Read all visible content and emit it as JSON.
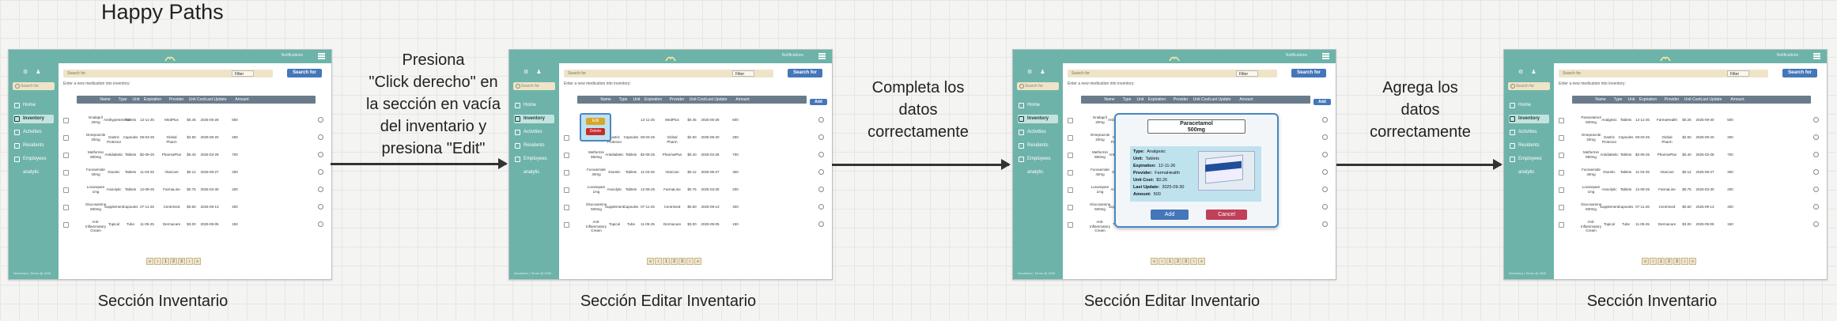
{
  "title": "Happy Paths",
  "captions": [
    "Sección Inventario",
    "Sección Editar Inventario",
    "Sección Editar Inventario",
    "Sección Inventario"
  ],
  "steps": [
    [
      "Presiona",
      "\"Click derecho\" en",
      "la sección en vacía",
      "del inventario y",
      "presiona \"Edit\""
    ],
    [
      "Completa los",
      "datos",
      "correctamente"
    ],
    [
      "Agrega los",
      "datos",
      "correctamente"
    ]
  ],
  "app": {
    "notifications": "Notifications",
    "sidebar_search": "Search for",
    "search_placeholder": "Search for",
    "filter_label": "Filter",
    "search_button": "Search for",
    "enter_text": "Enter a new medication into inventory:",
    "add_button": "Add",
    "sidebar_items": [
      "Home",
      "Inventory",
      "Activities",
      "Residents",
      "Employees",
      "analytic"
    ],
    "sidebar_footer": "NovaHarn | Terms @ 2025",
    "columns": [
      "Name",
      "Type",
      "Unit",
      "Expiration",
      "Provider",
      "Unit Cost",
      "Last Update",
      "Amount"
    ],
    "rows": [
      [
        "Enalapril 20mg",
        "Antihypertensive",
        "Tablets",
        "12-11-25",
        "MedPlus",
        "$0.45",
        "2025-05-28",
        "600"
      ],
      [
        "Omeprazole 20mg",
        "Gastric Protector",
        "Capsules",
        "08-03-25",
        "Global Pharm",
        "$2.50",
        "2025-09-20",
        "250"
      ],
      [
        "Metformin 850mg",
        "Antidiabetic",
        "Tablets",
        "$2-09-25",
        "PharmaPlus",
        "$0.40",
        "2025-03-28",
        "700"
      ],
      [
        "Furosemide 40mg",
        "Diuretic",
        "Tablets",
        "11-03-25",
        "VitaCare",
        "$0.12",
        "2025-09-27",
        "300"
      ],
      [
        "Lorazepam 1mg",
        "Anxiolytic",
        "Tablets",
        "12-09-25",
        "FarmaLine",
        "$0.75",
        "2025-03-30",
        "200"
      ],
      [
        "Glucosamine 500mg",
        "Supplement",
        "Capsules",
        "07-11-26",
        "Centrimed",
        "$0.60",
        "2025-09-13",
        "400"
      ],
      [
        "Anti-Inflammatory Cream",
        "Topical",
        "Tube",
        "11-05-25",
        "Dermacare",
        "$3.00",
        "2025-09-05",
        "150"
      ]
    ],
    "pager": [
      "«",
      "‹",
      "1",
      "2",
      "3",
      "›",
      "»"
    ],
    "context_edit": "Edit",
    "context_delete": "Delete",
    "modal": {
      "name_line1": "Paracetamol",
      "name_line2": "500mg",
      "fields": [
        {
          "label": "Type:",
          "value": "Analgesic"
        },
        {
          "label": "Unit:",
          "value": "Tablets"
        },
        {
          "label": "Expiration:",
          "value": "12-11-26"
        },
        {
          "label": "Provider:",
          "value": "FarmaHealth"
        },
        {
          "label": "Unit Cost:",
          "value": "$0.26"
        },
        {
          "label": "Last Update:",
          "value": "2025-09-30"
        },
        {
          "label": "Amount:",
          "value": "500"
        }
      ],
      "add": "Add",
      "cancel": "Cancel"
    },
    "final_first_row": [
      "Paracetamol 500mg",
      "Analgesic",
      "Tablets",
      "12-11-26",
      "FarmaHealth",
      "$0.26",
      "2025-09-30",
      "500"
    ]
  },
  "colors": {
    "teal": "#6db3a9",
    "search_bg": "#efe4c7",
    "blue": "#4476ba",
    "header": "#6a7b8c",
    "edit": "#d9a62a",
    "delete": "#c62c2c",
    "cancel": "#c0405a"
  }
}
